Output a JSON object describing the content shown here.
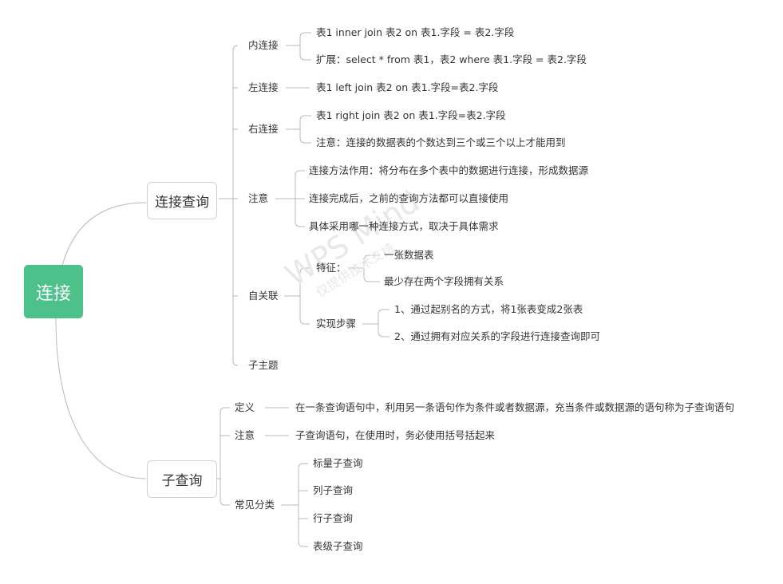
{
  "root": "连接",
  "branches": [
    {
      "label": "连接查询",
      "children": [
        {
          "label": "内连接",
          "children": [
            "表1 inner join 表2 on 表1.字段 = 表2.字段",
            "扩展：select * from 表1，表2 where 表1.字段 = 表2.字段"
          ]
        },
        {
          "label": "左连接",
          "children": [
            "表1 left join 表2 on 表1.字段=表2.字段"
          ]
        },
        {
          "label": "右连接",
          "children": [
            "表1 right join 表2 on 表1.字段=表2.字段",
            "注意：连接的数据表的个数达到三个或三个以上才能用到"
          ]
        },
        {
          "label": "注意",
          "children": [
            "连接方法作用：将分布在多个表中的数据进行连接，形成数据源",
            "连接完成后，之前的查询方法都可以直接使用",
            "具体采用哪一种连接方式，取决于具体需求"
          ]
        },
        {
          "label": "自关联",
          "children": [
            {
              "label": "特征：",
              "children": [
                "一张数据表",
                "最少存在两个字段拥有关系"
              ]
            },
            {
              "label": "实现步骤",
              "children": [
                "1、通过起别名的方式，将1张表变成2张表",
                "2、通过拥有对应关系的字段进行连接查询即可"
              ]
            }
          ]
        },
        {
          "label": "子主题",
          "children": []
        }
      ]
    },
    {
      "label": "子查询",
      "children": [
        {
          "label": "定义",
          "children": [
            "在一条查询语句中，利用另一条语句作为条件或者数据源，充当条件或数据源的语句称为子查询语句"
          ]
        },
        {
          "label": "注意",
          "children": [
            "子查询语句，在使用时，务必使用括号括起来"
          ]
        },
        {
          "label": "常见分类",
          "children": [
            "标量子查询",
            "列子查询",
            "行子查询",
            "表级子查询"
          ]
        }
      ]
    }
  ],
  "watermark": {
    "line1": "WPS Mind",
    "line2": "仅提供技术支持"
  },
  "colors": {
    "root_fill": "#4cc28a",
    "link": "#b9b9b9",
    "node_border": "#d0d0d0"
  }
}
